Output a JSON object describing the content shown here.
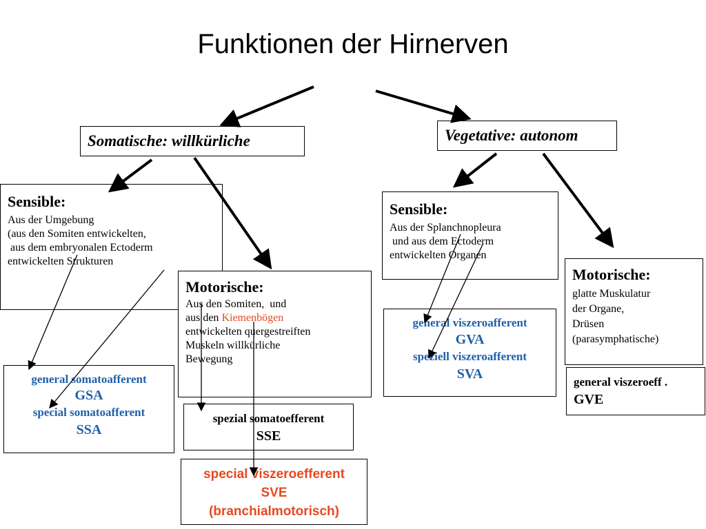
{
  "title": "Funktionen der Hirnerven",
  "somatic": {
    "label": "Somatische: willkürliche"
  },
  "vegetative": {
    "label": "Vegetative: autonom"
  },
  "somatic_sensory": {
    "heading": "Sensible:",
    "lines": [
      "Aus der Umgebung",
      "(aus den Somiten entwickelten,",
      " aus dem embryonalen Ectoderm",
      "entwickelten Strukturen"
    ]
  },
  "somatic_motor": {
    "heading": "Motorische:",
    "line1": "Aus den Somiten,  und",
    "line2_prefix": "aus den ",
    "line2_highlight": "Kiemenbögen",
    "lines_rest": [
      "entwickelten quergestreiften",
      "Muskeln willkürliche",
      "Bewegung"
    ]
  },
  "veg_sensory": {
    "heading": "Sensible:",
    "lines": [
      "Aus der Splanchnopleura",
      " und aus dem Ectoderm",
      "entwickelten Organen"
    ]
  },
  "veg_motor": {
    "heading": "Motorische:",
    "lines": [
      "glatte Muskulatur",
      "der Organe,",
      "Drüsen",
      "(parasymphatische)"
    ]
  },
  "gsa_box": {
    "line1": "general somatoafferent",
    "line2": "GSA",
    "line3": "special somatoafferent",
    "line4": "SSA"
  },
  "sse_box": {
    "line1": "spezial somatoefferent",
    "line2": "SSE"
  },
  "sve_box": {
    "line1": "special viszeroefferent",
    "line2": "SVE",
    "line3": "(branchialmotorisch)"
  },
  "gva_box": {
    "line1": "general viszeroafferent",
    "line2": "GVA",
    "line3": "speziell viszeroafferent",
    "line4": "SVA"
  },
  "gve_box": {
    "line1": "general viszeroeff .",
    "line2": "GVE"
  },
  "colors": {
    "blue": "#1f5fa8",
    "red": "#e8481f",
    "ink": "#000000"
  }
}
